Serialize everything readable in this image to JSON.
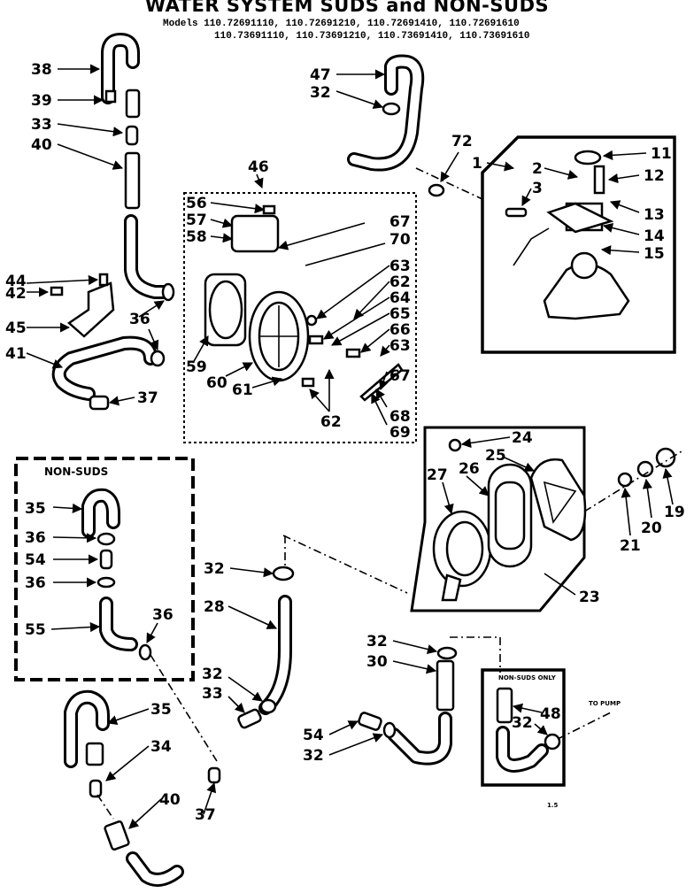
{
  "header": {
    "title": "WATER SYSTEM SUDS and NON-SUDS",
    "models_line1": "Models 110.72691110, 110.72691210, 110.72691410, 110.72691610",
    "models_line2": "110.73691110, 110.73691210, 110.73691410, 110.73691610"
  },
  "boxes": {
    "non_suds": "NON-SUDS",
    "non_suds_only": "NON-SUDS ONLY",
    "to_pump": "TO PUMP"
  },
  "page_mark": "1.5",
  "labels": {
    "l38": "38",
    "l39": "39",
    "l33a": "33",
    "l40a": "40",
    "l47": "47",
    "l32a": "32",
    "l72": "72",
    "l1": "1",
    "l11": "11",
    "l2": "2",
    "l12": "12",
    "l3": "3",
    "l13": "13",
    "l14": "14",
    "l15": "15",
    "l46": "46",
    "l56": "56",
    "l57": "57",
    "l58": "58",
    "l67a": "67",
    "l70": "70",
    "l63a": "63",
    "l62a": "62",
    "l64": "64",
    "l65": "65",
    "l66": "66",
    "l63b": "63",
    "l59": "59",
    "l60": "60",
    "l61": "61",
    "l62b": "62",
    "l67b": "67",
    "l68": "68",
    "l69": "69",
    "l44": "44",
    "l42": "42",
    "l45": "45",
    "l36a": "36",
    "l41": "41",
    "l37a": "37",
    "l24": "24",
    "l27": "27",
    "l26": "26",
    "l25": "25",
    "l19": "19",
    "l20": "20",
    "l21": "21",
    "l23": "23",
    "l35a": "35",
    "l36b": "36",
    "l54a": "54",
    "l36c": "36",
    "l55": "55",
    "l36d": "36",
    "l32b": "32",
    "l28": "28",
    "l32c": "32",
    "l33b": "33",
    "l32d": "32",
    "l30": "30",
    "l48": "48",
    "l32e": "32",
    "l54b": "54",
    "l32f": "32",
    "l35b": "35",
    "l34": "34",
    "l40b": "40",
    "l37b": "37"
  }
}
